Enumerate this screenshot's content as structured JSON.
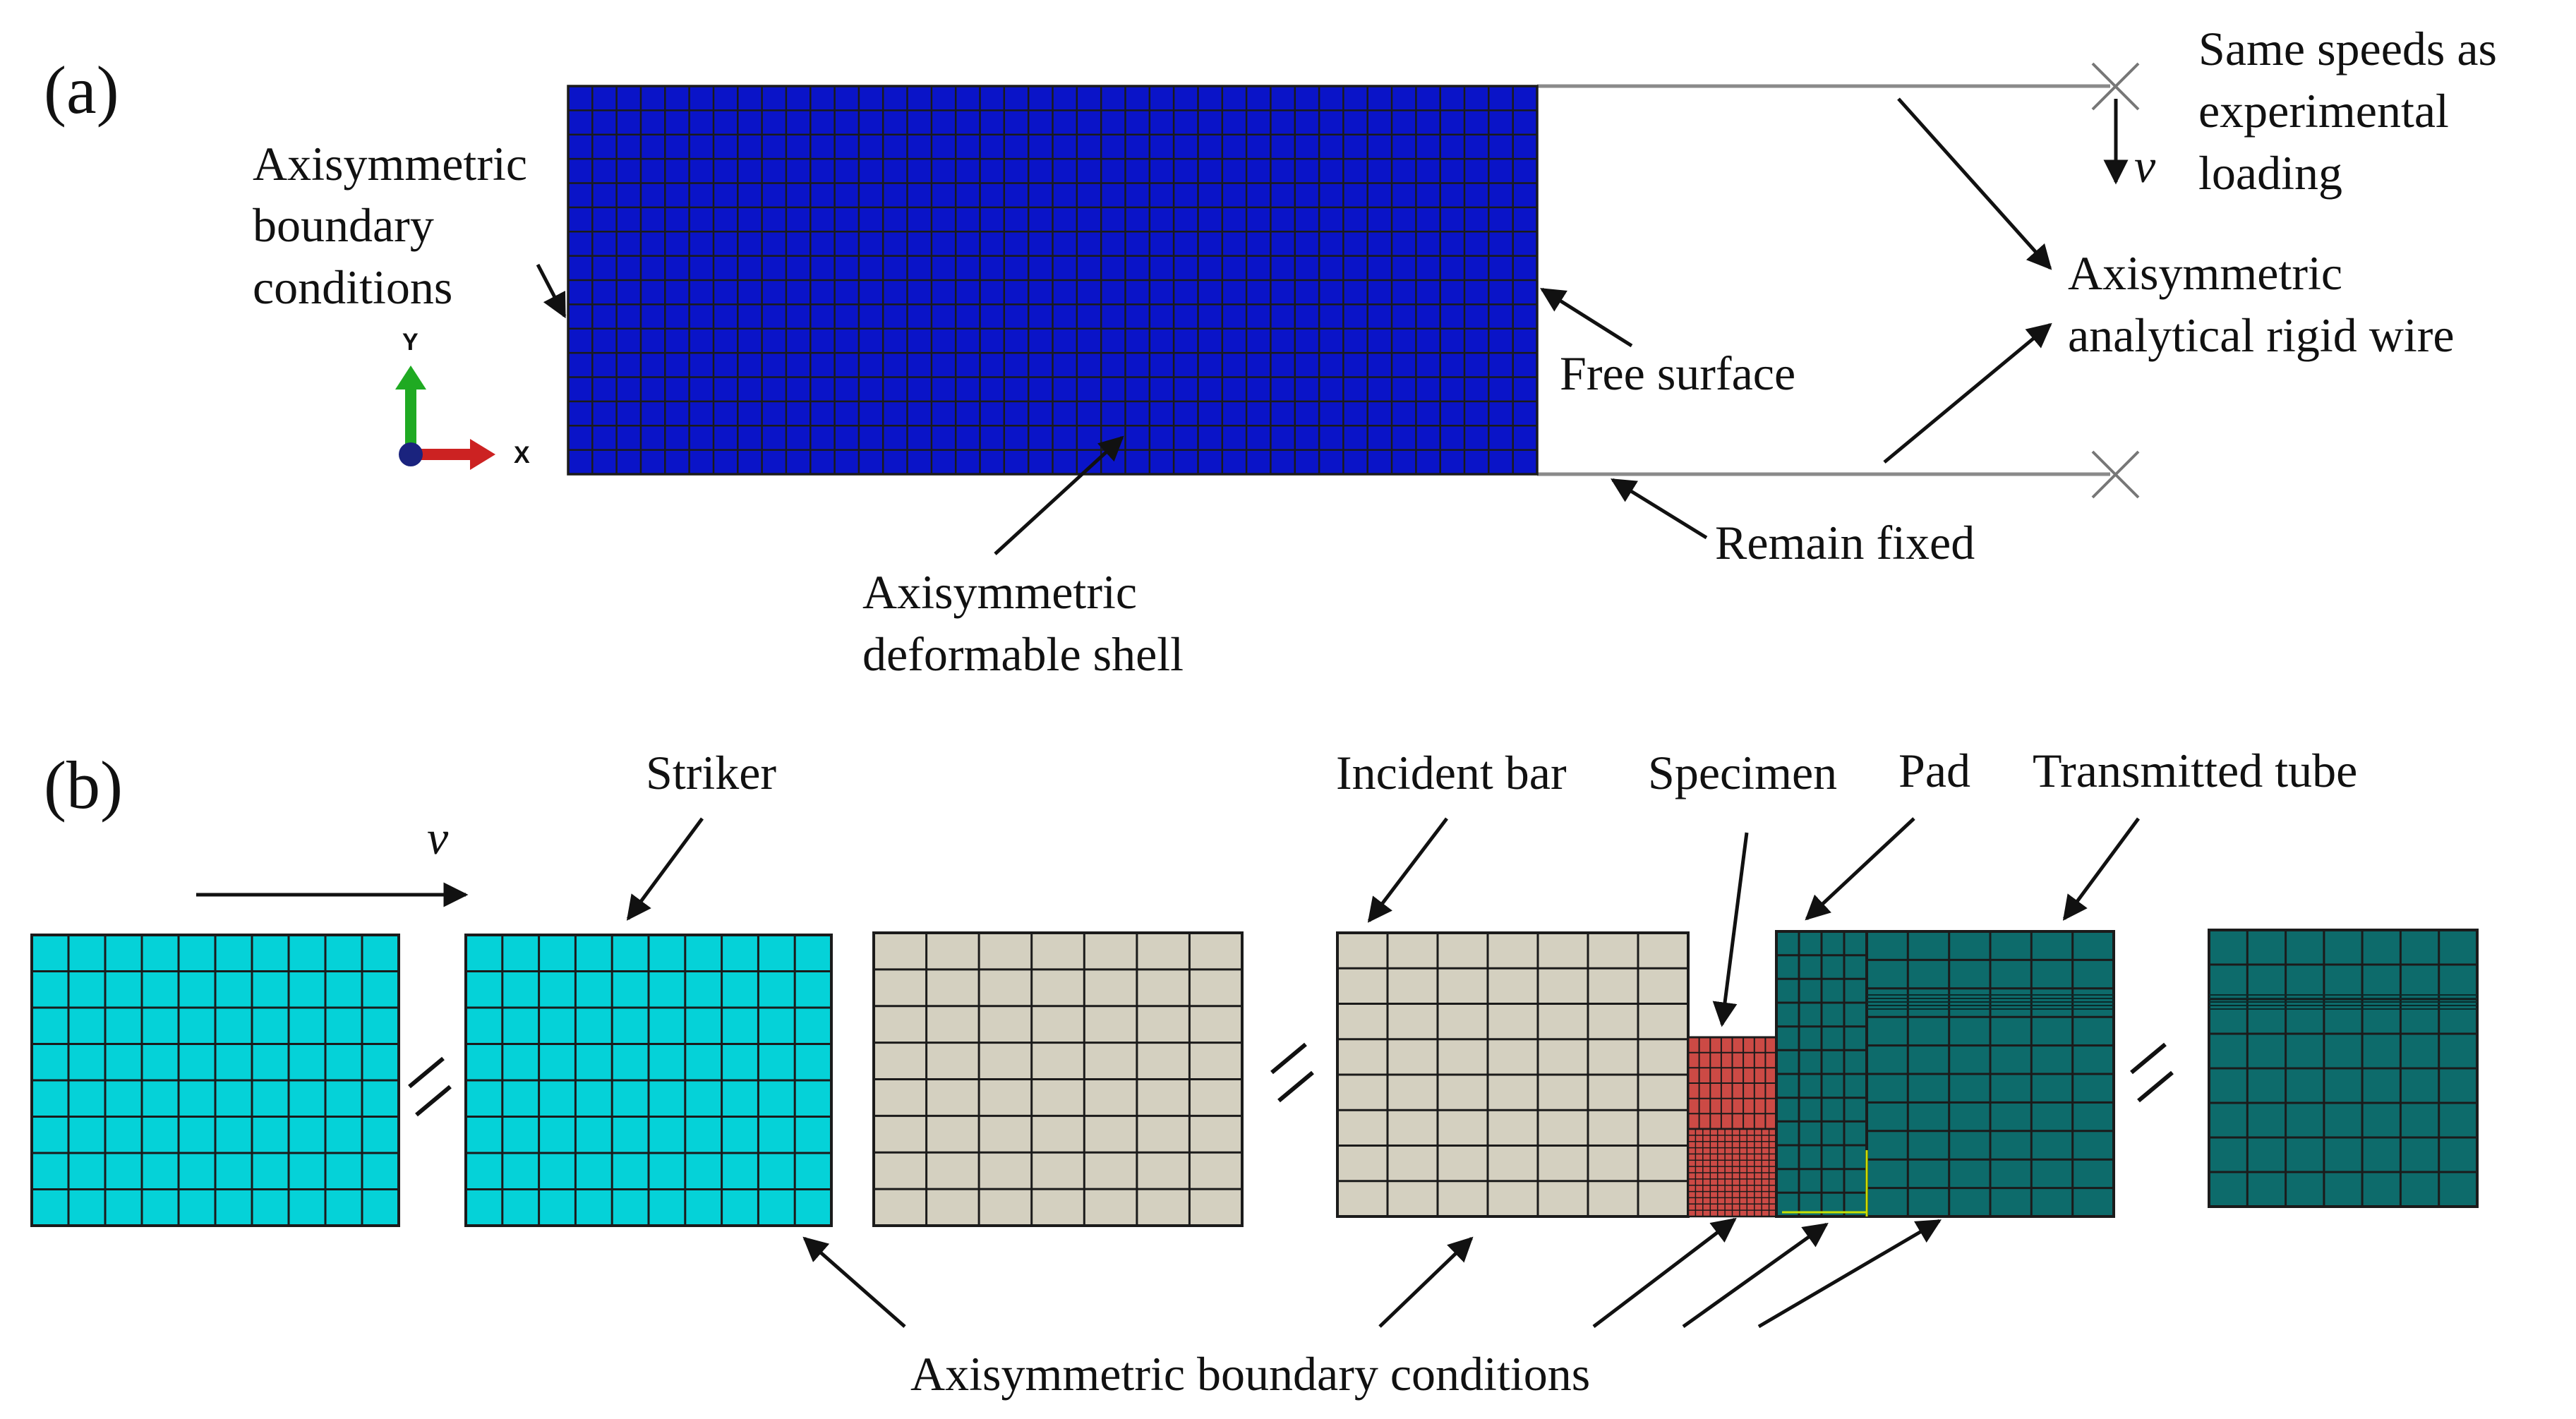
{
  "colors": {
    "shell": "#0a14c8",
    "striker": "#05d2d8",
    "incident": "#d4d0c0",
    "specimen": "#cc4a45",
    "tube": "#0d6b6b",
    "grid": "#1b1b1b",
    "wire": "#8a8a8a",
    "arrow": "#111111",
    "axisY": "#1faa22",
    "axisX": "#cc2222",
    "origin": "#1a237e"
  },
  "panel_a": {
    "label": "(a)",
    "axisymmetric_boundary_conditions": [
      "Axisymmetric",
      "boundary",
      "conditions"
    ],
    "free_surface": "Free surface",
    "deformable_shell": [
      "Axisymmetric",
      "deformable shell"
    ],
    "remain_fixed": "Remain fixed",
    "rigid_wire": [
      "Axisymmetric",
      "analytical rigid wire"
    ],
    "speeds": [
      "Same speeds as",
      "experimental",
      "loading"
    ],
    "velocity": "v",
    "axis_x": "X",
    "axis_y": "Y"
  },
  "panel_b": {
    "label": "(b)",
    "striker": "Striker",
    "incident_bar": "Incident bar",
    "specimen": "Specimen",
    "pad": "Pad",
    "transmitted_tube": "Transmitted tube",
    "velocity": "v",
    "axisymmetric_bc": "Axisymmetric boundary conditions"
  }
}
